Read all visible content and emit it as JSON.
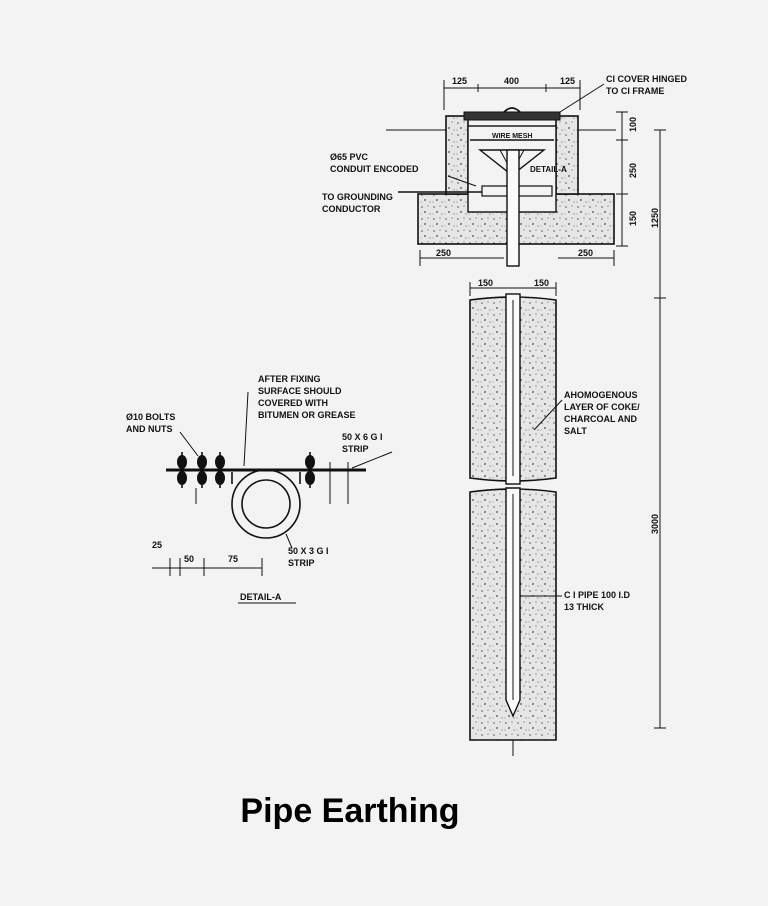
{
  "title": "Pipe Earthing",
  "labels": {
    "ci_cover_1": "CI COVER HINGED",
    "ci_cover_2": "TO CI FRAME",
    "wire_mesh": "WIRE MESH",
    "pvc_1": "Ø65 PVC",
    "pvc_2": "CONDUIT ENCODED",
    "detail_a_ref": "DETAIL-A",
    "grounding_1": "TO GROUNDING",
    "grounding_2": "CONDUCTOR",
    "homogenous_1": "AHOMOGENOUS",
    "homogenous_2": "LAYER OF COKE/",
    "homogenous_3": "CHARCOAL AND",
    "homogenous_4": "SALT",
    "ci_pipe_1": "C I PIPE 100 I.D",
    "ci_pipe_2": "13 THICK",
    "after_fixing_1": "AFTER FIXING",
    "after_fixing_2": "SURFACE SHOULD",
    "after_fixing_3": "COVERED WITH",
    "after_fixing_4": "BITUMEN OR GREASE",
    "bolts_1": "Ø10 BOLTS",
    "bolts_2": "AND NUTS",
    "strip_top_1": "50 X 6 G I",
    "strip_top_2": "STRIP",
    "strip_bot_1": "50 X 3 G I",
    "strip_bot_2": "STRIP",
    "detail_a_title": "DETAIL-A"
  },
  "dimensions": {
    "top_left": "125",
    "top_mid": "400",
    "top_right": "125",
    "right_100": "100",
    "right_250": "250",
    "right_150": "150",
    "right_1250": "1250",
    "bottom_left": "250",
    "bottom_right": "250",
    "pipe_left": "150",
    "pipe_right": "150",
    "total_3000": "3000",
    "detail_25": "25",
    "detail_50": "50",
    "detail_75": "75"
  }
}
